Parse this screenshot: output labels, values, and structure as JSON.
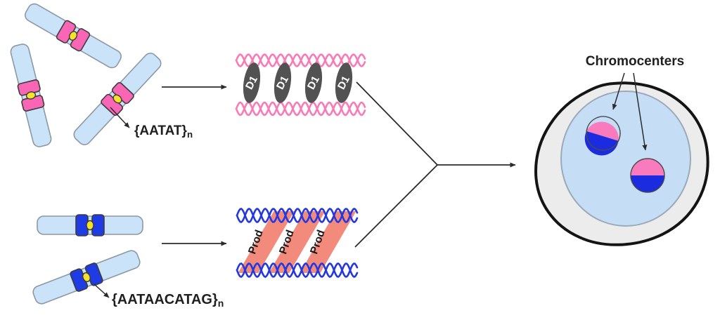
{
  "figure": {
    "title_label": "Chromocenters",
    "satellite_top": {
      "text": "{AATAT}",
      "subscript": "n"
    },
    "satellite_bottom": {
      "text": "{AATAACATAG}",
      "subscript": "n"
    },
    "protein_top": "D1",
    "protein_bottom": "Prod",
    "colors": {
      "chromosome_arm": "#cbe3f8",
      "arm_stroke": "#8b98a5",
      "pink_band": "#f966b5",
      "blue_band": "#1e3be4",
      "centromere": "#f5e32b",
      "band_stroke": "#3c3c3c",
      "pink_helix": "#f87bb8",
      "blue_helix": "#2438e0",
      "d1_fill": "#525252",
      "d1_text": "#ffffff",
      "prod_fill": "#f28b7c",
      "prod_text": "#1a1a1a",
      "cell_fill": "#ececec",
      "cell_stroke": "#141414",
      "nucleus_fill": "#c6def5",
      "nucleus_stroke": "#9baab9",
      "chromocenter_pink": "#f97bbd",
      "chromocenter_blue": "#1b2be0",
      "arrow": "#2b2b2b",
      "label_text": "#1f1f1f"
    }
  }
}
